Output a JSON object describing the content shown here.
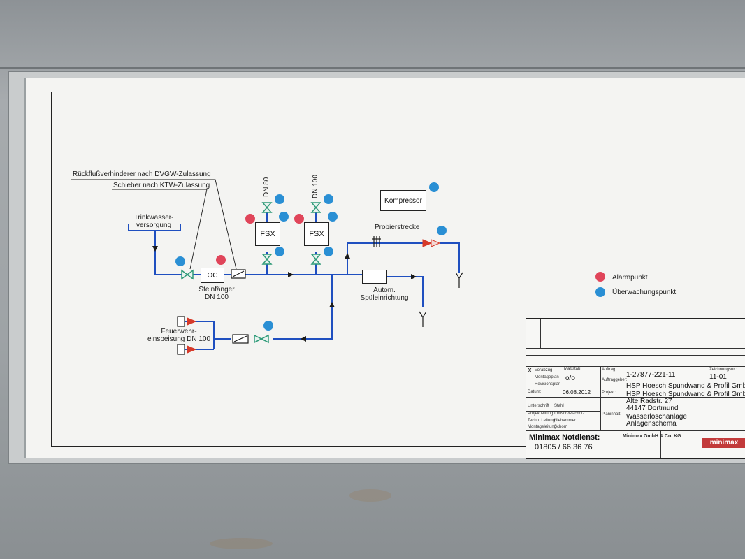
{
  "labels": {
    "backflow": "Rückflußverhinderer nach DVGW-Zulassung",
    "gate_valve": "Schieber nach KTW-Zulassung",
    "water_supply": "Trinkwasser-\nversorgung",
    "dn80": "DN 80",
    "dn100": "DN 100",
    "fsx": "FSX",
    "compressor": "Kompressor",
    "test_line": "Probierstrecke",
    "strainer": "Steinfänger\nDN 100",
    "flush": "Autom.\nSpüleinrichtung",
    "fire_brigade": "Feuerwehr-\neinspeisung DN 100",
    "strainer_symbol": "OC"
  },
  "legend": {
    "alarm": "Alarmpunkt",
    "monitoring": "Überwachungspunkt",
    "alarm_color": "#e0455a",
    "monitoring_color": "#2a8fd4"
  },
  "colors": {
    "pipe": "#1f4fc0",
    "valve": "#2e9a78",
    "check_valve": "#d63a2a"
  },
  "title_block": {
    "massstab_label": "Maßstab:",
    "massstab": "o/o",
    "auftrag_label": "Auftrag:",
    "auftrag": "1-27877-221-11",
    "zeichnung_label": "Zeichnungsnr.:",
    "zeichnung": "11-01",
    "auftraggeber_label": "Auftraggeber:",
    "auftraggeber": "HSP Hoesch Spundwand & Profil Gmb",
    "projekt_label": "Projekt:",
    "projekt_lines": [
      "HSP Hoesch Spundwand & Profil Gmb",
      "Alte Radstr. 27",
      "44147 Dortmund"
    ],
    "plan_label": "Planinhalt:",
    "plan_lines": [
      "Wasserlöschanlage",
      "Anlagenschema"
    ],
    "datum_label": "Datum:",
    "datum": "06.08.2012",
    "rows": [
      "Vorabzug",
      "Montageplan",
      "Revisionsplan"
    ],
    "checked": "X",
    "signoff": [
      {
        "label": "Unterschrift",
        "value": "Stahl"
      },
      {
        "label": "Projektleitung",
        "value": "Irmisch/Machotz"
      },
      {
        "label": "Techn. Leitung",
        "value": "Niehammer"
      },
      {
        "label": "Montageleitung",
        "value": "Schorn"
      }
    ],
    "notdienst_label": "Minimax Notdienst:",
    "notdienst_phone": "01805 / 66 36 76",
    "company": "Minimax GmbH & Co. KG",
    "logo": "minimax"
  }
}
